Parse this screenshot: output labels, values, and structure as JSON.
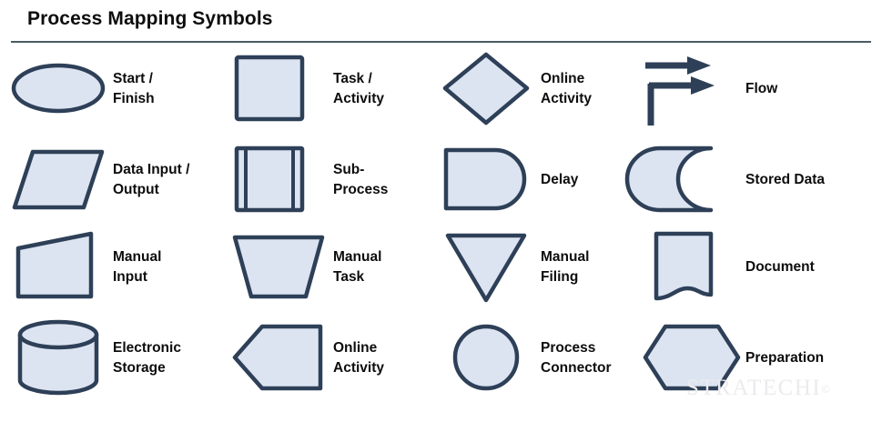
{
  "header": {
    "title": "Process Mapping Symbols"
  },
  "theme": {
    "shape_fill": "#dde4f1",
    "shape_stroke": "#2e4058",
    "rule_color": "#4a5b63",
    "text_color": "#0d0d0d",
    "background": "#ffffff",
    "watermark_color": "#ebebee"
  },
  "watermark": {
    "text": "STRATECHI",
    "copyright": "©"
  },
  "legend": {
    "columns": 4,
    "rows": 4,
    "symbols": [
      {
        "id": "start-finish",
        "shape": "ellipse",
        "label_lines": [
          "Start /",
          "Finish"
        ]
      },
      {
        "id": "task-activity",
        "shape": "rectangle",
        "label_lines": [
          "Task /",
          "Activity"
        ]
      },
      {
        "id": "online-activity-1",
        "shape": "diamond",
        "label_lines": [
          "Online",
          "Activity"
        ]
      },
      {
        "id": "flow",
        "shape": "flow-arrows",
        "label_lines": [
          "Flow"
        ]
      },
      {
        "id": "data-input-output",
        "shape": "parallelogram",
        "label_lines": [
          "Data Input /",
          "Output"
        ]
      },
      {
        "id": "sub-process",
        "shape": "sub-process",
        "label_lines": [
          "Sub-",
          "Process"
        ]
      },
      {
        "id": "delay",
        "shape": "delay",
        "label_lines": [
          "Delay"
        ]
      },
      {
        "id": "stored-data",
        "shape": "stored-data",
        "label_lines": [
          "Stored Data"
        ]
      },
      {
        "id": "manual-input",
        "shape": "manual-input",
        "label_lines": [
          "Manual",
          "Input"
        ]
      },
      {
        "id": "manual-task",
        "shape": "trapezoid",
        "label_lines": [
          "Manual",
          "Task"
        ]
      },
      {
        "id": "manual-filing",
        "shape": "triangle-down",
        "label_lines": [
          "Manual",
          "Filing"
        ]
      },
      {
        "id": "document",
        "shape": "document",
        "label_lines": [
          "Document"
        ]
      },
      {
        "id": "electronic-storage",
        "shape": "cylinder",
        "label_lines": [
          "Electronic",
          "Storage"
        ]
      },
      {
        "id": "online-activity-2",
        "shape": "arrow-left",
        "label_lines": [
          "Online",
          "Activity"
        ]
      },
      {
        "id": "process-connector",
        "shape": "circle",
        "label_lines": [
          "Process",
          "Connector"
        ]
      },
      {
        "id": "preparation",
        "shape": "hexagon",
        "label_lines": [
          "Preparation"
        ]
      }
    ]
  }
}
